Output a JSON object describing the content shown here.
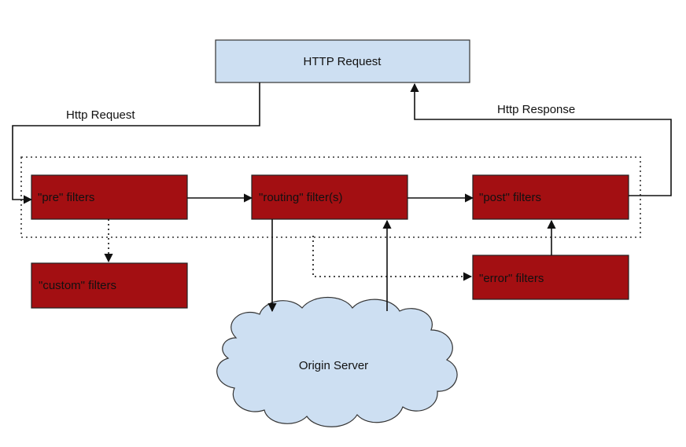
{
  "diagram": {
    "nodes": {
      "http_request_box": {
        "label": "HTTP Request",
        "fill": "#cddff2",
        "stroke": "#333333"
      },
      "pre_filters": {
        "label": "\"pre\" filters",
        "fill": "#a30f12",
        "stroke": "#222222"
      },
      "routing_filters": {
        "label": "\"routing\" filter(s)",
        "fill": "#a30f12",
        "stroke": "#222222"
      },
      "post_filters": {
        "label": "\"post\" filters",
        "fill": "#a30f12",
        "stroke": "#222222"
      },
      "custom_filters": {
        "label": "\"custom\" filters",
        "fill": "#a30f12",
        "stroke": "#222222"
      },
      "error_filters": {
        "label": "\"error\" filters",
        "fill": "#a30f12",
        "stroke": "#222222"
      },
      "origin_server": {
        "label": "Origin Server",
        "fill": "#cddff2",
        "stroke": "#333333"
      }
    },
    "edge_labels": {
      "http_request": "Http Request",
      "http_response": "Http Response"
    },
    "colors": {
      "line": "#111111",
      "dotted_boundary": "#333333"
    }
  }
}
